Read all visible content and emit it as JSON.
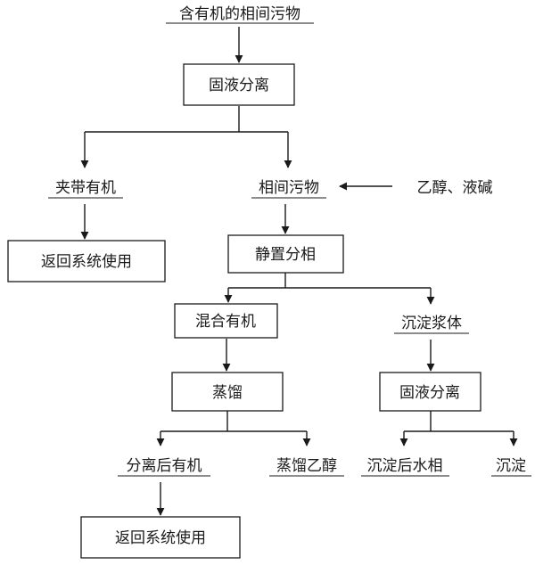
{
  "diagram": {
    "nodes": {
      "source": "含有机的相间污物",
      "sep1": "固液分离",
      "entrained": "夹带有机",
      "return1": "返回系统使用",
      "interphase": "相间污物",
      "reagents": "乙醇、液碱",
      "settle": "静置分相",
      "mixed": "混合有机",
      "slurry": "沉淀浆体",
      "distill": "蒸馏",
      "sep2": "固液分离",
      "sep_org": "分离后有机",
      "distilled_etoh": "蒸馏乙醇",
      "aq_phase": "沉淀后水相",
      "precipitate": "沉淀",
      "return2": "返回系统使用"
    },
    "edges": [
      [
        "source",
        "sep1"
      ],
      [
        "sep1",
        "entrained"
      ],
      [
        "sep1",
        "interphase"
      ],
      [
        "reagents",
        "interphase"
      ],
      [
        "entrained",
        "return1"
      ],
      [
        "interphase",
        "settle"
      ],
      [
        "settle",
        "mixed"
      ],
      [
        "settle",
        "slurry"
      ],
      [
        "mixed",
        "distill"
      ],
      [
        "slurry",
        "sep2"
      ],
      [
        "distill",
        "sep_org"
      ],
      [
        "distill",
        "distilled_etoh"
      ],
      [
        "sep2",
        "aq_phase"
      ],
      [
        "sep2",
        "precipitate"
      ],
      [
        "sep_org",
        "return2"
      ]
    ]
  }
}
